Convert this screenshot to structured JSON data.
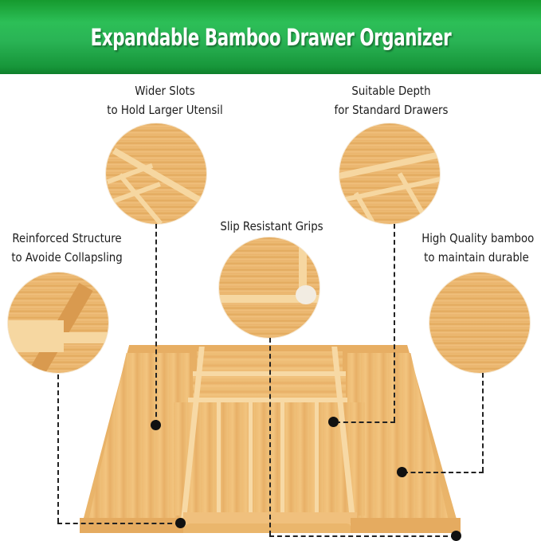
{
  "banner": {
    "title": "Expandable Bamboo Drawer Organizer",
    "gradient_colors": [
      "#169a2e",
      "#2cbf57",
      "#0f7f2b"
    ],
    "text_color": "#ffffff"
  },
  "callouts": [
    {
      "id": "wider-slots",
      "line1": "Wider Slots",
      "line2": "to Hold Larger Utensil"
    },
    {
      "id": "suitable-depth",
      "line1": "Suitable Depth",
      "line2": "for Standard Drawers"
    },
    {
      "id": "reinforced-structure",
      "line1": "Reinforced Structure",
      "line2": "to Avoide Collapsling"
    },
    {
      "id": "slip-resistant",
      "line1": "Slip Resistant Grips",
      "line2": ""
    },
    {
      "id": "high-quality",
      "line1": "High Quality bamboo",
      "line2": "to maintain durable"
    }
  ],
  "product": {
    "name": "Bamboo drawer organizer tray",
    "material_color": "#eab66c",
    "compartments": 8
  },
  "connector": {
    "style": "dashed",
    "color": "#222222",
    "dot_color": "#111111"
  }
}
